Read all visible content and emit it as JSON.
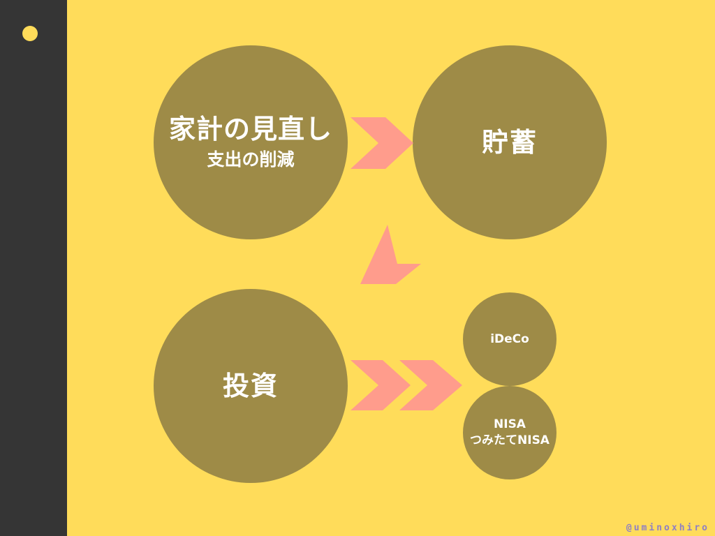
{
  "nodes": {
    "household": {
      "title": "家計の見直し",
      "subtitle": "支出の削減"
    },
    "savings": {
      "title": "貯蓄"
    },
    "investment": {
      "title": "投資"
    },
    "ideco": {
      "title": "iDeCo"
    },
    "nisa": {
      "line1": "NISA",
      "line2": "つみたてNISA"
    }
  },
  "credit": "@uminoxhiro",
  "colors": {
    "background": "#FFDC5A",
    "sidebar": "#353535",
    "circle": "#9E8B47",
    "arrow": "#FF9C8C",
    "text": "#FFFFFF",
    "credit": "#8E7FC4"
  },
  "icons": {
    "arrow": "chevron-right-icon",
    "bullet": "dot-icon"
  }
}
